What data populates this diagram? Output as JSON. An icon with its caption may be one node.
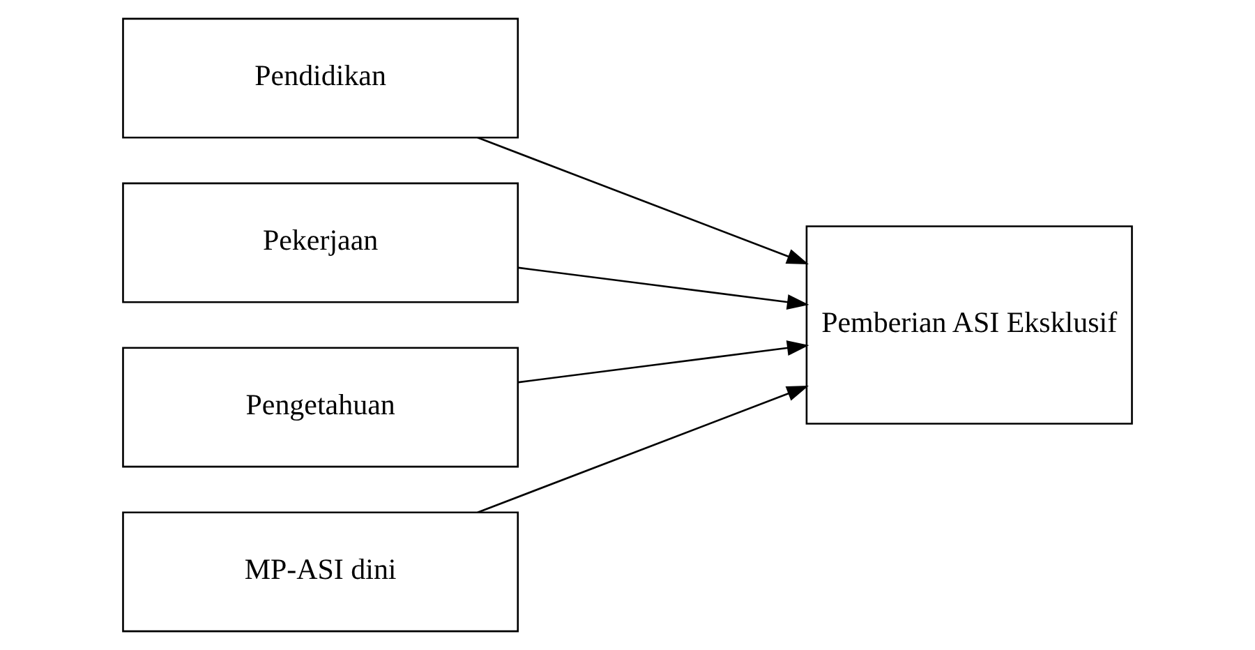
{
  "diagram": {
    "nodes": [
      {
        "text": [
          "Pendidikan"
        ]
      },
      {
        "text": [
          "Pekerjaan"
        ]
      },
      {
        "text": [
          "Pengetahuan"
        ]
      },
      {
        "text": [
          "MP-ASI dini"
        ]
      },
      {
        "text": [
          "Pemberian ASI Eksklusif"
        ]
      }
    ],
    "edges": [
      {
        "from": 0,
        "to": 4,
        "arrow": "to"
      },
      {
        "from": 1,
        "to": 4,
        "arrow": "to"
      },
      {
        "from": 2,
        "to": 4,
        "arrow": "to"
      },
      {
        "from": 3,
        "to": 4,
        "arrow": "to"
      }
    ]
  }
}
